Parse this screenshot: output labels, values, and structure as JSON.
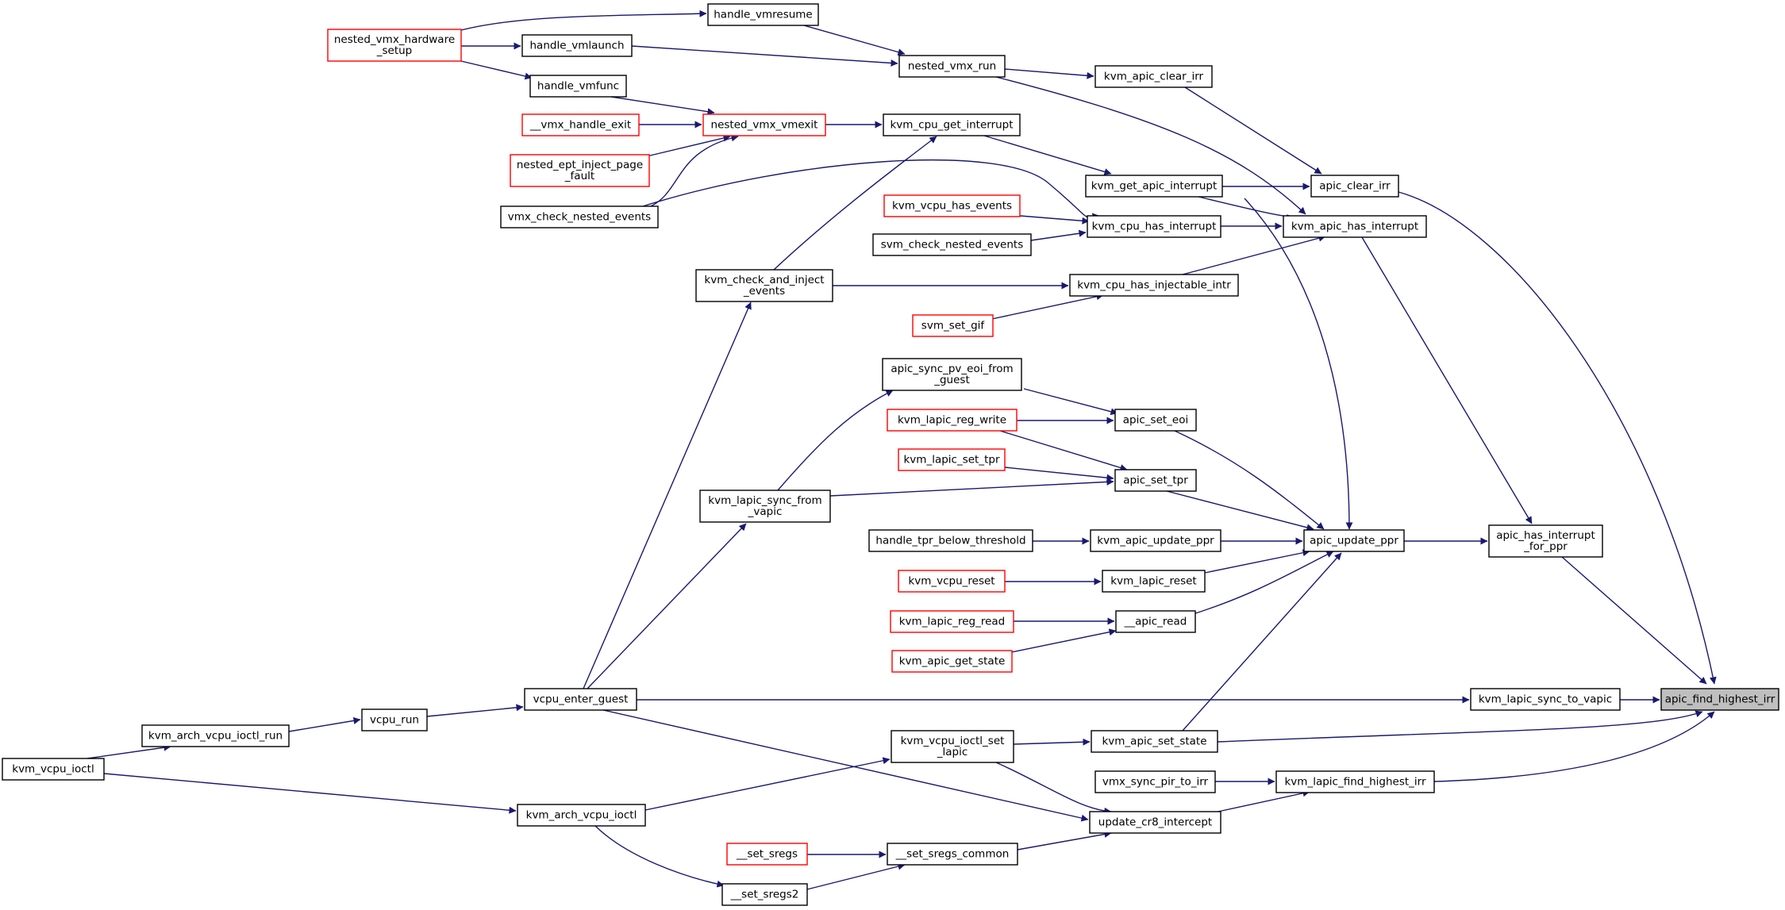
{
  "graph": {
    "type": "call-graph",
    "root": "apic_find_highest_irr",
    "edge_color": "#191970",
    "node_colors": {
      "default_border": "#000000",
      "truncated_border": "#ff0000",
      "root_fill": "#bfbfbf"
    },
    "nodes": [
      {
        "id": "apic_find_highest_irr",
        "lines": [
          "apic_find_highest_irr"
        ],
        "style": "root"
      },
      {
        "id": "apic_clear_irr",
        "lines": [
          "apic_clear_irr"
        ],
        "style": "default"
      },
      {
        "id": "apic_has_interrupt_for_ppr",
        "lines": [
          "apic_has_interrupt",
          "_for_ppr"
        ],
        "style": "default"
      },
      {
        "id": "kvm_lapic_sync_to_vapic",
        "lines": [
          "kvm_lapic_sync_to_vapic"
        ],
        "style": "default"
      },
      {
        "id": "kvm_apic_set_state",
        "lines": [
          "kvm_apic_set_state"
        ],
        "style": "default"
      },
      {
        "id": "kvm_lapic_find_highest_irr",
        "lines": [
          "kvm_lapic_find_highest_irr"
        ],
        "style": "default"
      },
      {
        "id": "kvm_apic_clear_irr",
        "lines": [
          "kvm_apic_clear_irr"
        ],
        "style": "default"
      },
      {
        "id": "kvm_get_apic_interrupt",
        "lines": [
          "kvm_get_apic_interrupt"
        ],
        "style": "default"
      },
      {
        "id": "kvm_apic_has_interrupt",
        "lines": [
          "kvm_apic_has_interrupt"
        ],
        "style": "default"
      },
      {
        "id": "apic_update_ppr",
        "lines": [
          "apic_update_ppr"
        ],
        "style": "default"
      },
      {
        "id": "nested_vmx_run",
        "lines": [
          "nested_vmx_run"
        ],
        "style": "default"
      },
      {
        "id": "handle_vmresume",
        "lines": [
          "handle_vmresume"
        ],
        "style": "default"
      },
      {
        "id": "handle_vmlaunch",
        "lines": [
          "handle_vmlaunch"
        ],
        "style": "default"
      },
      {
        "id": "nested_vmx_hardware_setup",
        "lines": [
          "nested_vmx_hardware",
          "_setup"
        ],
        "style": "truncated"
      },
      {
        "id": "handle_vmfunc",
        "lines": [
          "handle_vmfunc"
        ],
        "style": "default"
      },
      {
        "id": "nested_vmx_vmexit",
        "lines": [
          "nested_vmx_vmexit"
        ],
        "style": "truncated"
      },
      {
        "id": "vmx_handle_exit",
        "lines": [
          "__vmx_handle_exit"
        ],
        "style": "truncated"
      },
      {
        "id": "nested_ept_inject_page_fault",
        "lines": [
          "nested_ept_inject_page",
          "_fault"
        ],
        "style": "truncated"
      },
      {
        "id": "vmx_check_nested_events",
        "lines": [
          "vmx_check_nested_events"
        ],
        "style": "default"
      },
      {
        "id": "kvm_cpu_get_interrupt",
        "lines": [
          "kvm_cpu_get_interrupt"
        ],
        "style": "default"
      },
      {
        "id": "kvm_check_and_inject_events",
        "lines": [
          "kvm_check_and_inject",
          "_events"
        ],
        "style": "default"
      },
      {
        "id": "kvm_cpu_has_interrupt",
        "lines": [
          "kvm_cpu_has_interrupt"
        ],
        "style": "default"
      },
      {
        "id": "kvm_vcpu_has_events",
        "lines": [
          "kvm_vcpu_has_events"
        ],
        "style": "truncated"
      },
      {
        "id": "svm_check_nested_events",
        "lines": [
          "svm_check_nested_events"
        ],
        "style": "default"
      },
      {
        "id": "kvm_cpu_has_injectable_intr",
        "lines": [
          "kvm_cpu_has_injectable_intr"
        ],
        "style": "default"
      },
      {
        "id": "svm_set_gif",
        "lines": [
          "svm_set_gif"
        ],
        "style": "truncated"
      },
      {
        "id": "apic_set_eoi",
        "lines": [
          "apic_set_eoi"
        ],
        "style": "default"
      },
      {
        "id": "apic_sync_pv_eoi_from_guest",
        "lines": [
          "apic_sync_pv_eoi_from",
          "_guest"
        ],
        "style": "default"
      },
      {
        "id": "kvm_lapic_reg_write",
        "lines": [
          "kvm_lapic_reg_write"
        ],
        "style": "truncated"
      },
      {
        "id": "apic_set_tpr",
        "lines": [
          "apic_set_tpr"
        ],
        "style": "default"
      },
      {
        "id": "kvm_lapic_set_tpr",
        "lines": [
          "kvm_lapic_set_tpr"
        ],
        "style": "truncated"
      },
      {
        "id": "kvm_lapic_sync_from_vapic",
        "lines": [
          "kvm_lapic_sync_from",
          "_vapic"
        ],
        "style": "default"
      },
      {
        "id": "kvm_apic_update_ppr",
        "lines": [
          "kvm_apic_update_ppr"
        ],
        "style": "default"
      },
      {
        "id": "handle_tpr_below_threshold",
        "lines": [
          "handle_tpr_below_threshold"
        ],
        "style": "default"
      },
      {
        "id": "kvm_lapic_reset",
        "lines": [
          "kvm_lapic_reset"
        ],
        "style": "default"
      },
      {
        "id": "kvm_vcpu_reset",
        "lines": [
          "kvm_vcpu_reset"
        ],
        "style": "truncated"
      },
      {
        "id": "apic_read",
        "lines": [
          "__apic_read"
        ],
        "style": "default"
      },
      {
        "id": "kvm_lapic_reg_read",
        "lines": [
          "kvm_lapic_reg_read"
        ],
        "style": "truncated"
      },
      {
        "id": "kvm_apic_get_state",
        "lines": [
          "kvm_apic_get_state"
        ],
        "style": "truncated"
      },
      {
        "id": "vcpu_enter_guest",
        "lines": [
          "vcpu_enter_guest"
        ],
        "style": "default"
      },
      {
        "id": "vcpu_run",
        "lines": [
          "vcpu_run"
        ],
        "style": "default"
      },
      {
        "id": "kvm_arch_vcpu_ioctl_run",
        "lines": [
          "kvm_arch_vcpu_ioctl_run"
        ],
        "style": "default"
      },
      {
        "id": "kvm_vcpu_ioctl",
        "lines": [
          "kvm_vcpu_ioctl"
        ],
        "style": "default"
      },
      {
        "id": "kvm_vcpu_ioctl_set_lapic",
        "lines": [
          "kvm_vcpu_ioctl_set",
          "_lapic"
        ],
        "style": "default"
      },
      {
        "id": "kvm_arch_vcpu_ioctl",
        "lines": [
          "kvm_arch_vcpu_ioctl"
        ],
        "style": "default"
      },
      {
        "id": "vmx_sync_pir_to_irr",
        "lines": [
          "vmx_sync_pir_to_irr"
        ],
        "style": "default"
      },
      {
        "id": "update_cr8_intercept",
        "lines": [
          "update_cr8_intercept"
        ],
        "style": "default"
      },
      {
        "id": "set_sregs_common",
        "lines": [
          "__set_sregs_common"
        ],
        "style": "default"
      },
      {
        "id": "set_sregs",
        "lines": [
          "__set_sregs"
        ],
        "style": "truncated"
      },
      {
        "id": "set_sregs2",
        "lines": [
          "__set_sregs2"
        ],
        "style": "default"
      }
    ],
    "edges": [
      [
        "apic_clear_irr",
        "apic_find_highest_irr"
      ],
      [
        "apic_has_interrupt_for_ppr",
        "apic_find_highest_irr"
      ],
      [
        "kvm_lapic_sync_to_vapic",
        "apic_find_highest_irr"
      ],
      [
        "kvm_apic_set_state",
        "apic_find_highest_irr"
      ],
      [
        "kvm_lapic_find_highest_irr",
        "apic_find_highest_irr"
      ],
      [
        "kvm_apic_clear_irr",
        "apic_clear_irr"
      ],
      [
        "kvm_get_apic_interrupt",
        "apic_clear_irr"
      ],
      [
        "kvm_apic_has_interrupt",
        "apic_has_interrupt_for_ppr"
      ],
      [
        "apic_update_ppr",
        "apic_has_interrupt_for_ppr"
      ],
      [
        "nested_vmx_run",
        "kvm_apic_clear_irr"
      ],
      [
        "handle_vmresume",
        "nested_vmx_run"
      ],
      [
        "handle_vmlaunch",
        "nested_vmx_run"
      ],
      [
        "nested_vmx_hardware_setup",
        "handle_vmresume"
      ],
      [
        "nested_vmx_hardware_setup",
        "handle_vmlaunch"
      ],
      [
        "nested_vmx_hardware_setup",
        "handle_vmfunc"
      ],
      [
        "nested_vmx_run",
        "kvm_apic_has_interrupt"
      ],
      [
        "kvm_get_apic_interrupt",
        "kvm_apic_has_interrupt"
      ],
      [
        "kvm_cpu_get_interrupt",
        "kvm_get_apic_interrupt"
      ],
      [
        "nested_vmx_vmexit",
        "kvm_cpu_get_interrupt"
      ],
      [
        "kvm_check_and_inject_events",
        "kvm_cpu_get_interrupt"
      ],
      [
        "handle_vmfunc",
        "nested_vmx_vmexit"
      ],
      [
        "vmx_handle_exit",
        "nested_vmx_vmexit"
      ],
      [
        "nested_ept_inject_page_fault",
        "nested_vmx_vmexit"
      ],
      [
        "vmx_check_nested_events",
        "nested_vmx_vmexit"
      ],
      [
        "kvm_cpu_has_interrupt",
        "kvm_apic_has_interrupt"
      ],
      [
        "vmx_check_nested_events",
        "kvm_cpu_has_interrupt"
      ],
      [
        "kvm_vcpu_has_events",
        "kvm_cpu_has_interrupt"
      ],
      [
        "svm_check_nested_events",
        "kvm_cpu_has_interrupt"
      ],
      [
        "kvm_cpu_has_injectable_intr",
        "kvm_apic_has_interrupt"
      ],
      [
        "kvm_check_and_inject_events",
        "kvm_cpu_has_injectable_intr"
      ],
      [
        "svm_set_gif",
        "kvm_cpu_has_injectable_intr"
      ],
      [
        "vcpu_enter_guest",
        "kvm_check_and_inject_events"
      ],
      [
        "kvm_get_apic_interrupt",
        "apic_update_ppr"
      ],
      [
        "apic_set_eoi",
        "apic_update_ppr"
      ],
      [
        "apic_sync_pv_eoi_from_guest",
        "apic_set_eoi"
      ],
      [
        "kvm_lapic_reg_write",
        "apic_set_eoi"
      ],
      [
        "kvm_lapic_sync_from_vapic",
        "apic_sync_pv_eoi_from_guest"
      ],
      [
        "apic_set_tpr",
        "apic_update_ppr"
      ],
      [
        "kvm_lapic_reg_write",
        "apic_set_tpr"
      ],
      [
        "kvm_lapic_set_tpr",
        "apic_set_tpr"
      ],
      [
        "kvm_lapic_sync_from_vapic",
        "apic_set_tpr"
      ],
      [
        "vcpu_enter_guest",
        "kvm_lapic_sync_from_vapic"
      ],
      [
        "kvm_apic_update_ppr",
        "apic_update_ppr"
      ],
      [
        "handle_tpr_below_threshold",
        "kvm_apic_update_ppr"
      ],
      [
        "kvm_lapic_reset",
        "apic_update_ppr"
      ],
      [
        "kvm_vcpu_reset",
        "kvm_lapic_reset"
      ],
      [
        "apic_read",
        "apic_update_ppr"
      ],
      [
        "kvm_lapic_reg_read",
        "apic_read"
      ],
      [
        "kvm_apic_get_state",
        "apic_read"
      ],
      [
        "kvm_apic_set_state",
        "apic_update_ppr"
      ],
      [
        "vcpu_enter_guest",
        "kvm_lapic_sync_to_vapic"
      ],
      [
        "vcpu_run",
        "vcpu_enter_guest"
      ],
      [
        "kvm_arch_vcpu_ioctl_run",
        "vcpu_run"
      ],
      [
        "kvm_vcpu_ioctl",
        "kvm_arch_vcpu_ioctl_run"
      ],
      [
        "kvm_vcpu_ioctl_set_lapic",
        "kvm_apic_set_state"
      ],
      [
        "kvm_arch_vcpu_ioctl",
        "kvm_vcpu_ioctl_set_lapic"
      ],
      [
        "kvm_vcpu_ioctl",
        "kvm_arch_vcpu_ioctl"
      ],
      [
        "vmx_sync_pir_to_irr",
        "kvm_lapic_find_highest_irr"
      ],
      [
        "update_cr8_intercept",
        "kvm_lapic_find_highest_irr"
      ],
      [
        "vcpu_enter_guest",
        "update_cr8_intercept"
      ],
      [
        "kvm_vcpu_ioctl_set_lapic",
        "update_cr8_intercept"
      ],
      [
        "set_sregs_common",
        "update_cr8_intercept"
      ],
      [
        "set_sregs",
        "set_sregs_common"
      ],
      [
        "set_sregs2",
        "set_sregs_common"
      ],
      [
        "kvm_arch_vcpu_ioctl",
        "set_sregs2"
      ]
    ]
  }
}
